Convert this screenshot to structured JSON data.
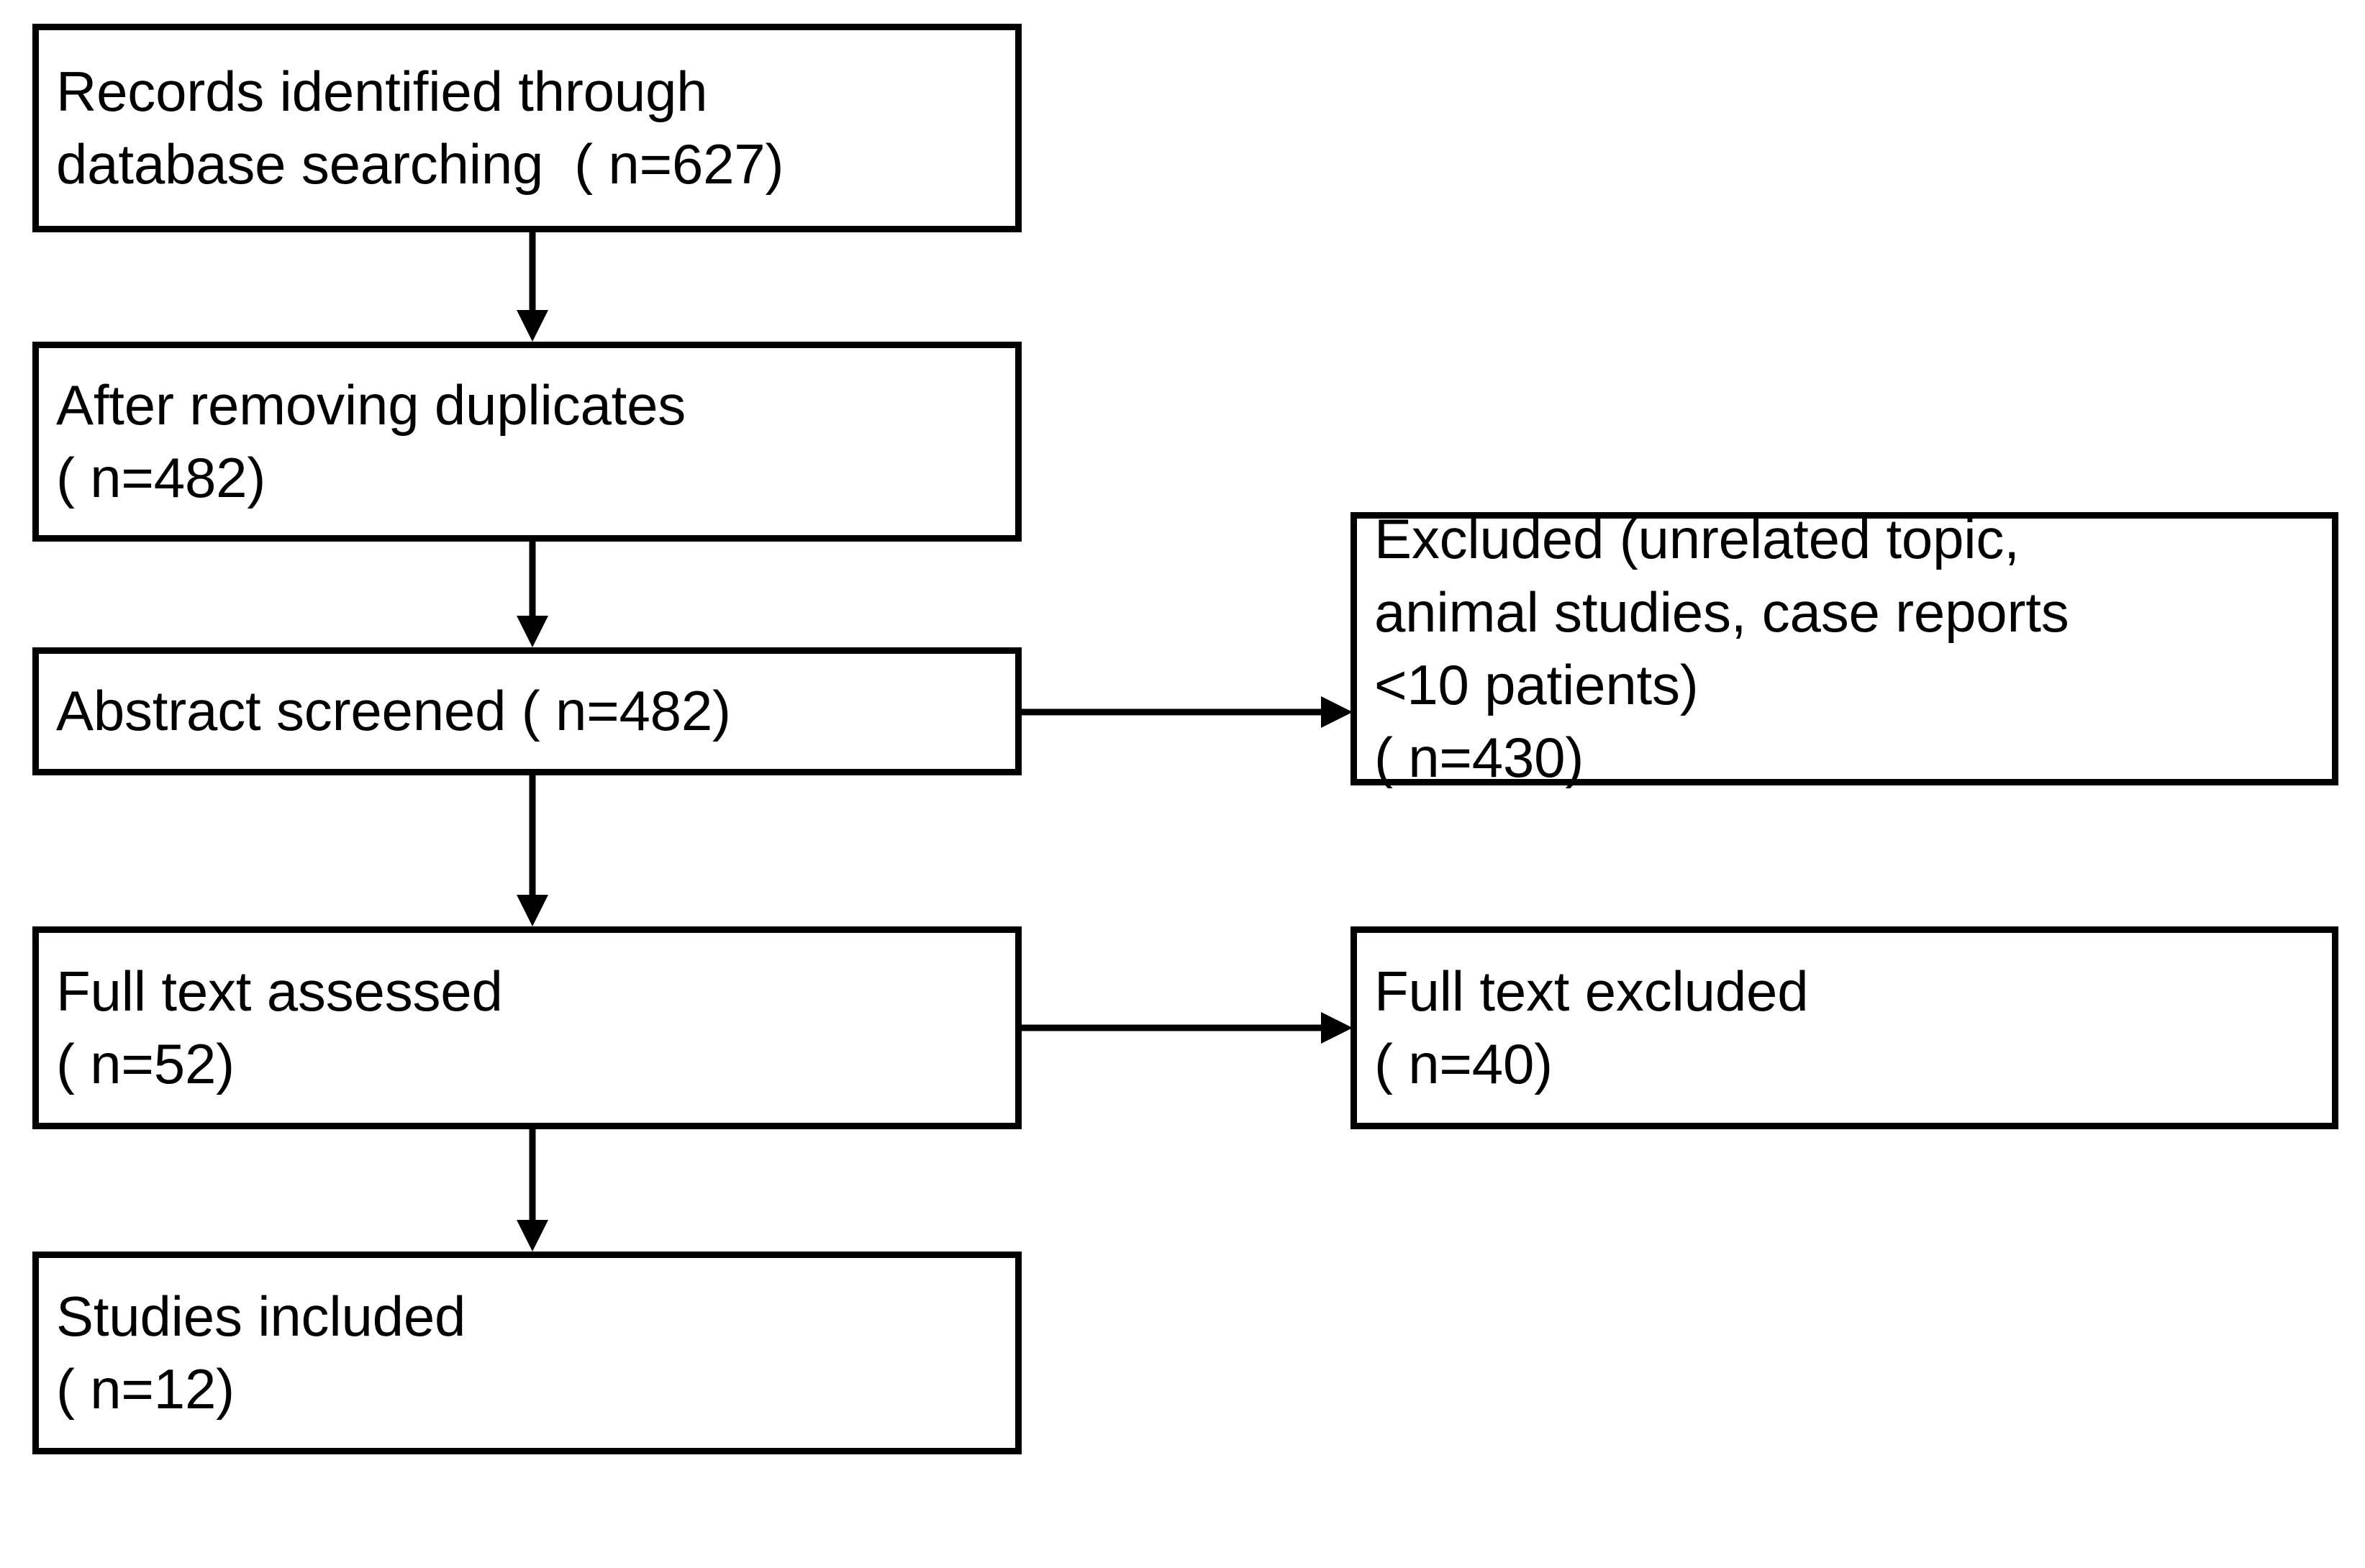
{
  "diagram": {
    "type": "prisma-flow-diagram",
    "title": "",
    "colors": {
      "box_border": "#000000",
      "box_fill": "#ffffff",
      "connector": "#000000",
      "text": "#000000",
      "background": "#ffffff"
    },
    "nodes": [
      {
        "id": "identified",
        "column": "left",
        "lines": [
          "Records identified through",
          "database searching  ( n=627)"
        ],
        "count_label": "( n=627)",
        "count": 627
      },
      {
        "id": "duplicates",
        "column": "left",
        "lines": [
          "After removing duplicates",
          "( n=482)"
        ],
        "count_label": "( n=482)",
        "count": 482
      },
      {
        "id": "abstract",
        "column": "left",
        "lines": [
          "Abstract screened ( n=482)"
        ],
        "count_label": "( n=482)",
        "count": 482
      },
      {
        "id": "fulltext",
        "column": "left",
        "lines": [
          "Full text assessed",
          "( n=52)"
        ],
        "count_label": "( n=52)",
        "count": 52
      },
      {
        "id": "included",
        "column": "left",
        "lines": [
          "Studies included",
          "( n=12)"
        ],
        "count_label": "( n=12)",
        "count": 12
      },
      {
        "id": "excluded",
        "column": "right",
        "lines": [
          "Excluded (unrelated topic,",
          "animal studies, case reports",
          "<10 patients)",
          "( n=430)"
        ],
        "count_label": "( n=430)",
        "count": 430
      },
      {
        "id": "fulltext_excluded",
        "column": "right",
        "lines": [
          "Full text excluded",
          "( n=40)"
        ],
        "count_label": "( n=40)",
        "count": 40
      }
    ],
    "edges": [
      {
        "from": "identified",
        "to": "duplicates",
        "direction": "down"
      },
      {
        "from": "duplicates",
        "to": "abstract",
        "direction": "down"
      },
      {
        "from": "abstract",
        "to": "fulltext",
        "direction": "down"
      },
      {
        "from": "fulltext",
        "to": "included",
        "direction": "down"
      },
      {
        "from": "abstract",
        "to": "excluded",
        "direction": "right"
      },
      {
        "from": "fulltext",
        "to": "fulltext_excluded",
        "direction": "right"
      }
    ]
  }
}
